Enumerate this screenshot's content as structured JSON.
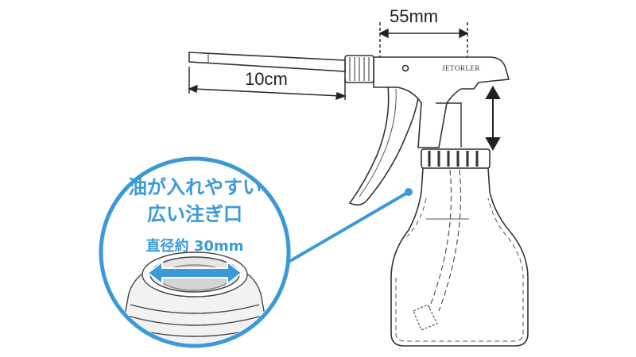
{
  "dimensions": {
    "nozzle_length_label": "10cm",
    "trigger_width_label": "55mm"
  },
  "product": {
    "brand_mark": "JETORLER"
  },
  "callout": {
    "line1": "油が入れやすい",
    "line2": "広い注ぎ口",
    "diameter_label": "直径約 30mm"
  },
  "colors": {
    "accent": "#3a9ad9",
    "outline": "#333333"
  }
}
